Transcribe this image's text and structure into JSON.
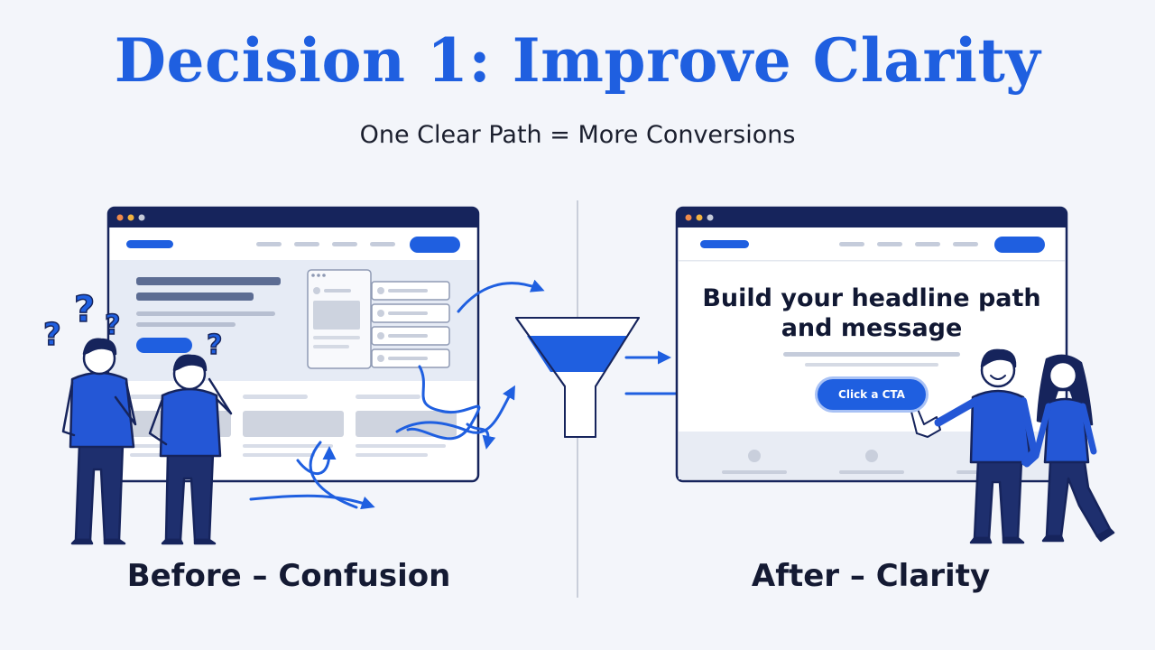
{
  "title": "Decision 1: Improve Clarity",
  "subtitle": "One Clear Path = More Conversions",
  "before": {
    "caption": "Before – Confusion"
  },
  "after": {
    "caption": "After – Clarity",
    "headline": "Build your headline path and message",
    "cta_label": "Click a CTA"
  },
  "colors": {
    "accent": "#1f5fe0",
    "navy": "#16245c",
    "text": "#141a33",
    "background": "#f3f5fa"
  }
}
